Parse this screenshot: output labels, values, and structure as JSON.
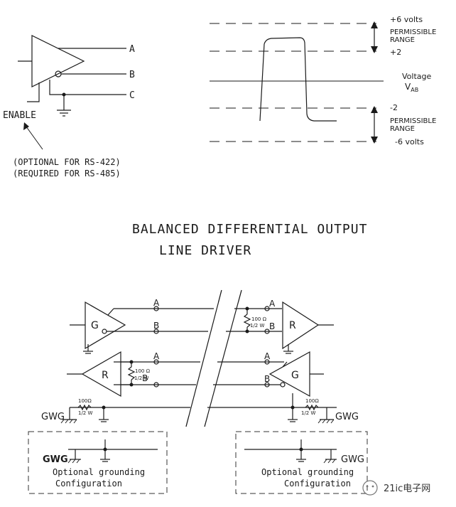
{
  "top_driver": {
    "terminal_a": "A",
    "terminal_b": "B",
    "terminal_c": "C",
    "enable_label": "ENABLE",
    "note_line1": "(OPTIONAL FOR RS-422)",
    "note_line2": "(REQUIRED FOR RS-485)"
  },
  "waveform": {
    "top_level": "+6 volts",
    "permissible_top_1": "PERMISSIBLE",
    "permissible_top_2": "RANGE",
    "plus2": "+2",
    "voltage_label": "Voltage",
    "vab_base": "V",
    "vab_sub": "AB",
    "minus2": "-2",
    "permissible_bot_1": "PERMISSIBLE",
    "permissible_bot_2": "RANGE",
    "bottom_level": "-6 volts"
  },
  "title": {
    "line1": "BALANCED DIFFERENTIAL OUTPUT",
    "line2": "LINE DRIVER"
  },
  "network": {
    "gen_label": "G",
    "rec_label": "R",
    "a": "A",
    "b": "B",
    "res_100": "100 Ω",
    "res_half_w": "1/2 W",
    "res_100_small": "100Ω",
    "res_half_w_small": "1/2 W",
    "gwg": "GWG",
    "optional_1": "Optional grounding",
    "optional_2": "Configuration"
  },
  "watermark": "21ic电子网"
}
